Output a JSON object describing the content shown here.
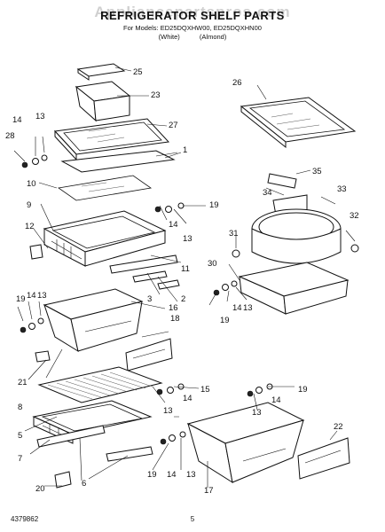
{
  "header": {
    "watermark": "Appliancepartspros.com",
    "title": "REFRIGERATOR SHELF PARTS",
    "models": "For Models: ED25DQXHW00, ED25DQXHN00",
    "colors": [
      "(White)",
      "(Almond)"
    ]
  },
  "footer": {
    "part_number": "4379862",
    "page_number": "5"
  },
  "callouts": {
    "c1": "1",
    "c2": "2",
    "c3": "3",
    "c5": "5",
    "c6": "6",
    "c7": "7",
    "c8": "8",
    "c9": "9",
    "c10": "10",
    "c11": "11",
    "c12": "12",
    "c13a": "13",
    "c13b": "13",
    "c13c": "13",
    "c13d": "13",
    "c13e": "13",
    "c13f": "13",
    "c14a": "14",
    "c14b": "14",
    "c14c": "14",
    "c14d": "14",
    "c14e": "14",
    "c14f": "14",
    "c15": "15",
    "c16": "16",
    "c17": "17",
    "c18": "18",
    "c19a": "19",
    "c19b": "19",
    "c19c": "19",
    "c19d": "19",
    "c19e": "19",
    "c20": "20",
    "c21": "21",
    "c22": "22",
    "c23": "23",
    "c25": "25",
    "c26": "26",
    "c27": "27",
    "c28": "28",
    "c30": "30",
    "c31": "31",
    "c32": "32",
    "c33": "33",
    "c34": "34",
    "c35": "35"
  }
}
